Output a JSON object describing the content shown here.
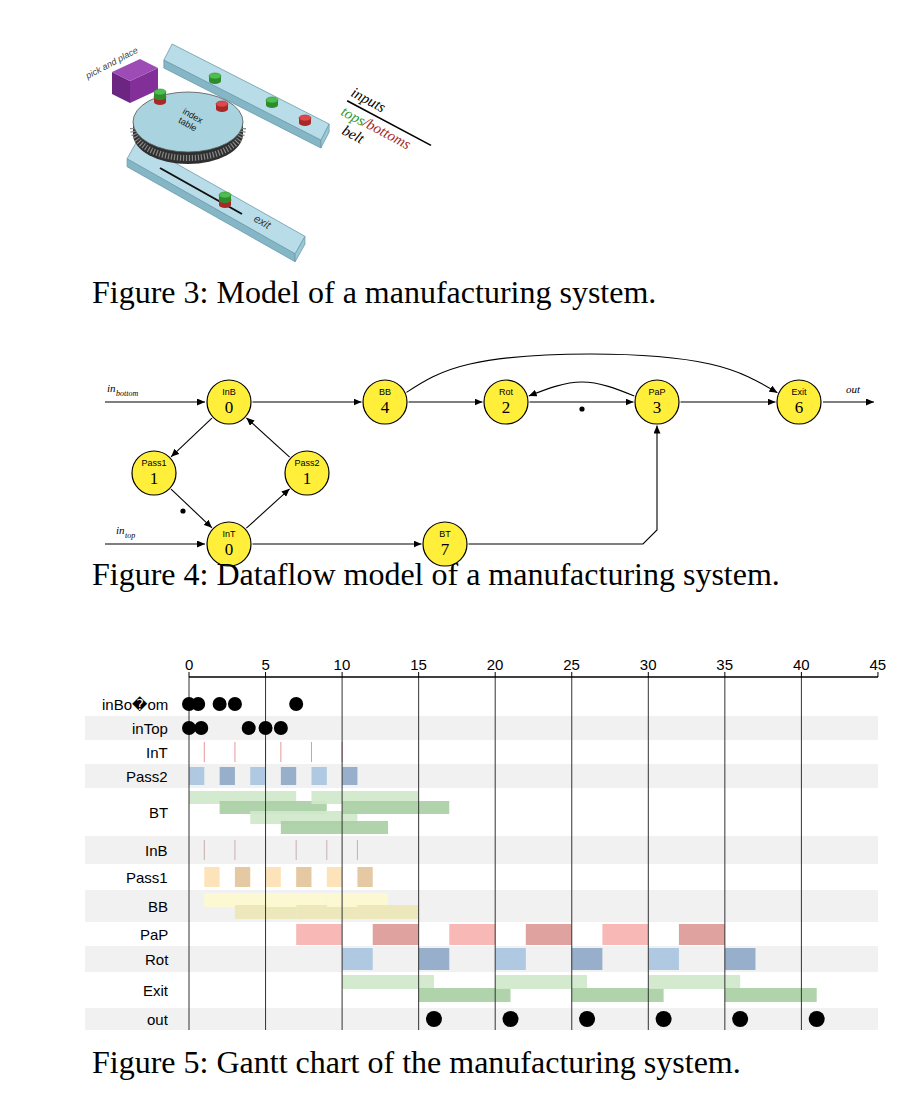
{
  "diagram": {
    "nodes": [
      {
        "text": [
          "InB",
          "0"
        ]
      },
      {
        "text": [
          "BB",
          "4"
        ]
      },
      {
        "text": [
          "Rot",
          "2"
        ]
      },
      {
        "text": [
          "PaP",
          "3"
        ]
      },
      {
        "text": [
          "Exit",
          "6"
        ]
      },
      {
        "text": [
          "Pass1",
          "1"
        ]
      },
      {
        "text": [
          "Pass2",
          "1"
        ]
      },
      {
        "text": [
          "InT",
          "0"
        ]
      },
      {
        "text": [
          "BT",
          "7"
        ]
      }
    ],
    "edges": [
      {
        "from": 0,
        "to": 1,
        "arrow": "to"
      },
      {
        "from": 1,
        "to": 2,
        "arrow": "to"
      },
      {
        "from": 1,
        "to": 4,
        "arrow": "to"
      },
      {
        "from": 2,
        "to": 3,
        "arrow": "to"
      },
      {
        "from": 3,
        "to": 2,
        "arrow": "to"
      },
      {
        "from": 3,
        "to": 4,
        "arrow": "to"
      },
      {
        "from": 0,
        "to": 5,
        "arrow": "to"
      },
      {
        "from": 5,
        "to": 7,
        "arrow": "to"
      },
      {
        "from": 7,
        "to": 6,
        "arrow": "to"
      },
      {
        "from": 6,
        "to": 0,
        "arrow": "to"
      },
      {
        "from": 7,
        "to": 8,
        "arrow": "to"
      },
      {
        "from": 8,
        "to": 3,
        "arrow": "to"
      }
    ],
    "labels": [
      "pick and place",
      "index table",
      "inputs",
      "tops",
      "/bottoms",
      "belt",
      "exit",
      "Figure 3: Model of a manufacturing system.",
      "in",
      "bottom",
      "in",
      "top",
      "out",
      "Figure 4: Dataflow model of a manufacturing system.",
      "0",
      "5",
      "10",
      "15",
      "20",
      "25",
      "30",
      "35",
      "40",
      "45",
      "inBo�om",
      "inTop",
      "InT",
      "Pass2",
      "BT",
      "InB",
      "Pass1",
      "BB",
      "PaP",
      "Rot",
      "Exit",
      "out",
      "Figure 5: Gantt chart of the manufacturing system."
    ]
  }
}
